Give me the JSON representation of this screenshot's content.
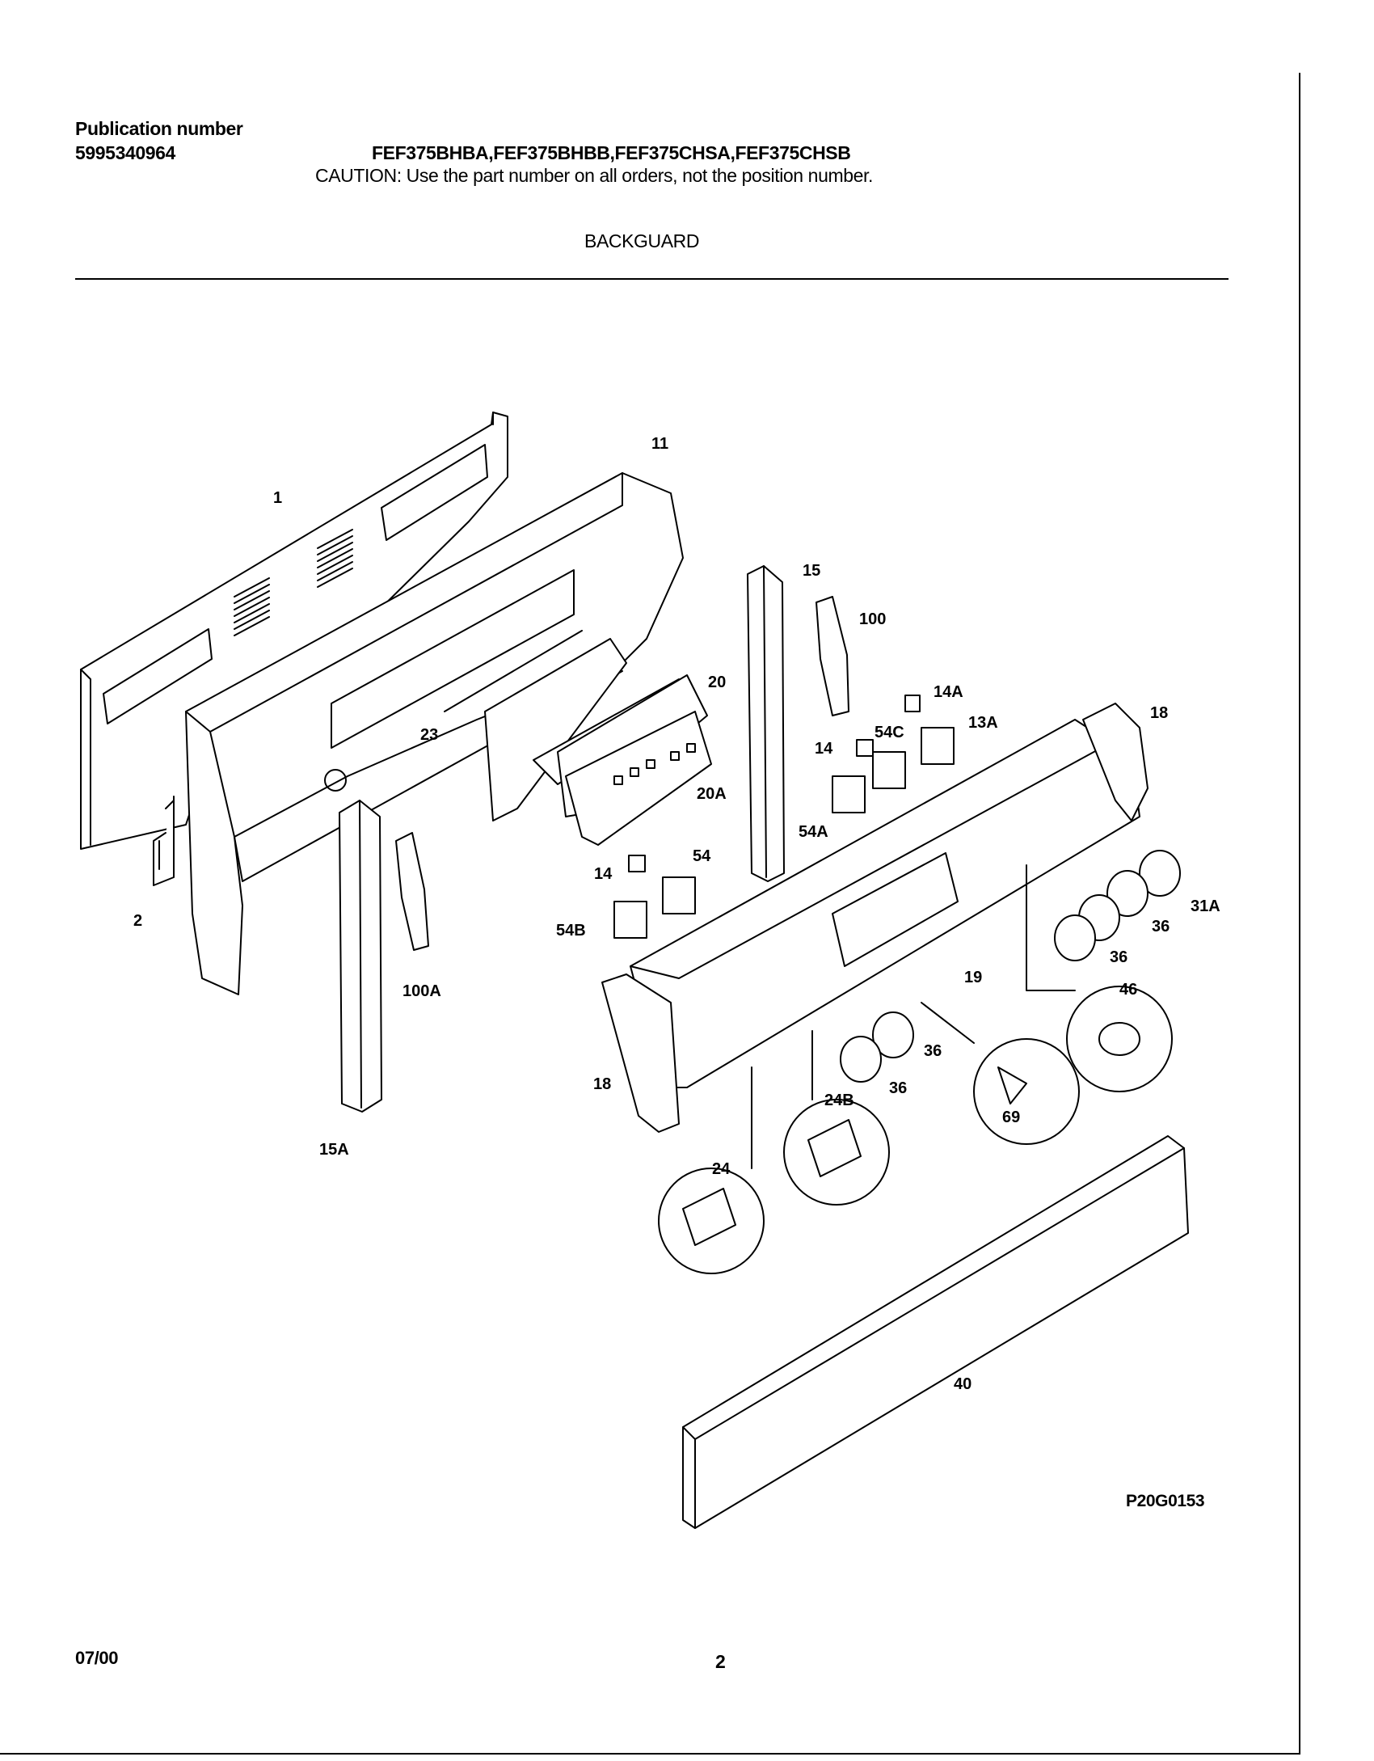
{
  "header": {
    "publication_label": "Publication number",
    "publication_number": "5995340964",
    "models": "FEF375BHBA,FEF375BHBB,FEF375CHSA,FEF375CHSB",
    "caution": "CAUTION:  Use the part number on all orders, not the position number.",
    "section_title": "BACKGUARD"
  },
  "diagram": {
    "drawing_id": "P20G0153",
    "callouts": [
      "1",
      "11",
      "15",
      "100",
      "20",
      "23",
      "14A",
      "13A",
      "18",
      "54C",
      "14",
      "20A",
      "54A",
      "2",
      "54",
      "14",
      "54B",
      "100A",
      "31A",
      "36",
      "36",
      "46",
      "19",
      "18",
      "36",
      "36",
      "24B",
      "69",
      "24",
      "15A",
      "40"
    ]
  },
  "footer": {
    "date": "07/00",
    "page": "2"
  }
}
